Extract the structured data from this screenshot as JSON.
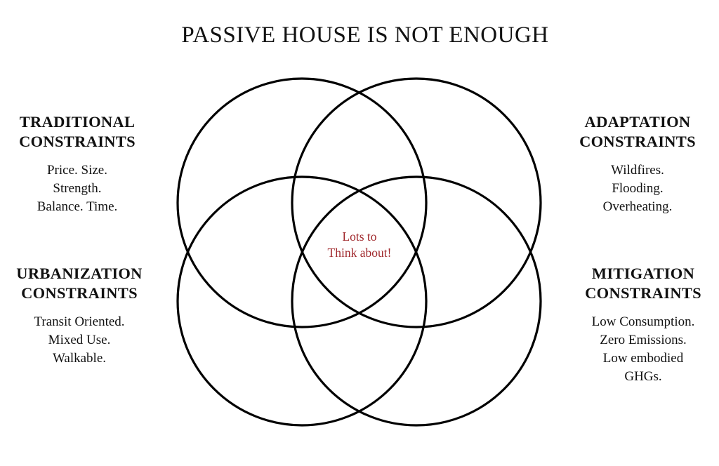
{
  "title": "PASSIVE HOUSE IS NOT ENOUGH",
  "center_note": {
    "line1": "Lots to",
    "line2": "Think about!",
    "color": "#a0282c"
  },
  "groups": {
    "traditional": {
      "heading": [
        "TRADITIONAL",
        "CONSTRAINTS"
      ],
      "items": [
        "Price. Size.",
        "Strength.",
        "Balance. Time."
      ]
    },
    "adaptation": {
      "heading": [
        "ADAPTATION",
        "CONSTRAINTS"
      ],
      "items": [
        "Wildfires.",
        "Flooding.",
        "Overheating."
      ]
    },
    "urbanization": {
      "heading": [
        "URBANIZATION",
        "CONSTRAINTS"
      ],
      "items": [
        "Transit Oriented.",
        "Mixed Use.",
        "Walkable."
      ]
    },
    "mitigation": {
      "heading": [
        "MITIGATION",
        "CONSTRAINTS"
      ],
      "items": [
        "Low Consumption.",
        "Zero Emissions.",
        "Low embodied",
        "GHGs."
      ]
    }
  },
  "colors": {
    "circle_stroke": "#000000",
    "text": "#111111",
    "background": "#ffffff"
  }
}
